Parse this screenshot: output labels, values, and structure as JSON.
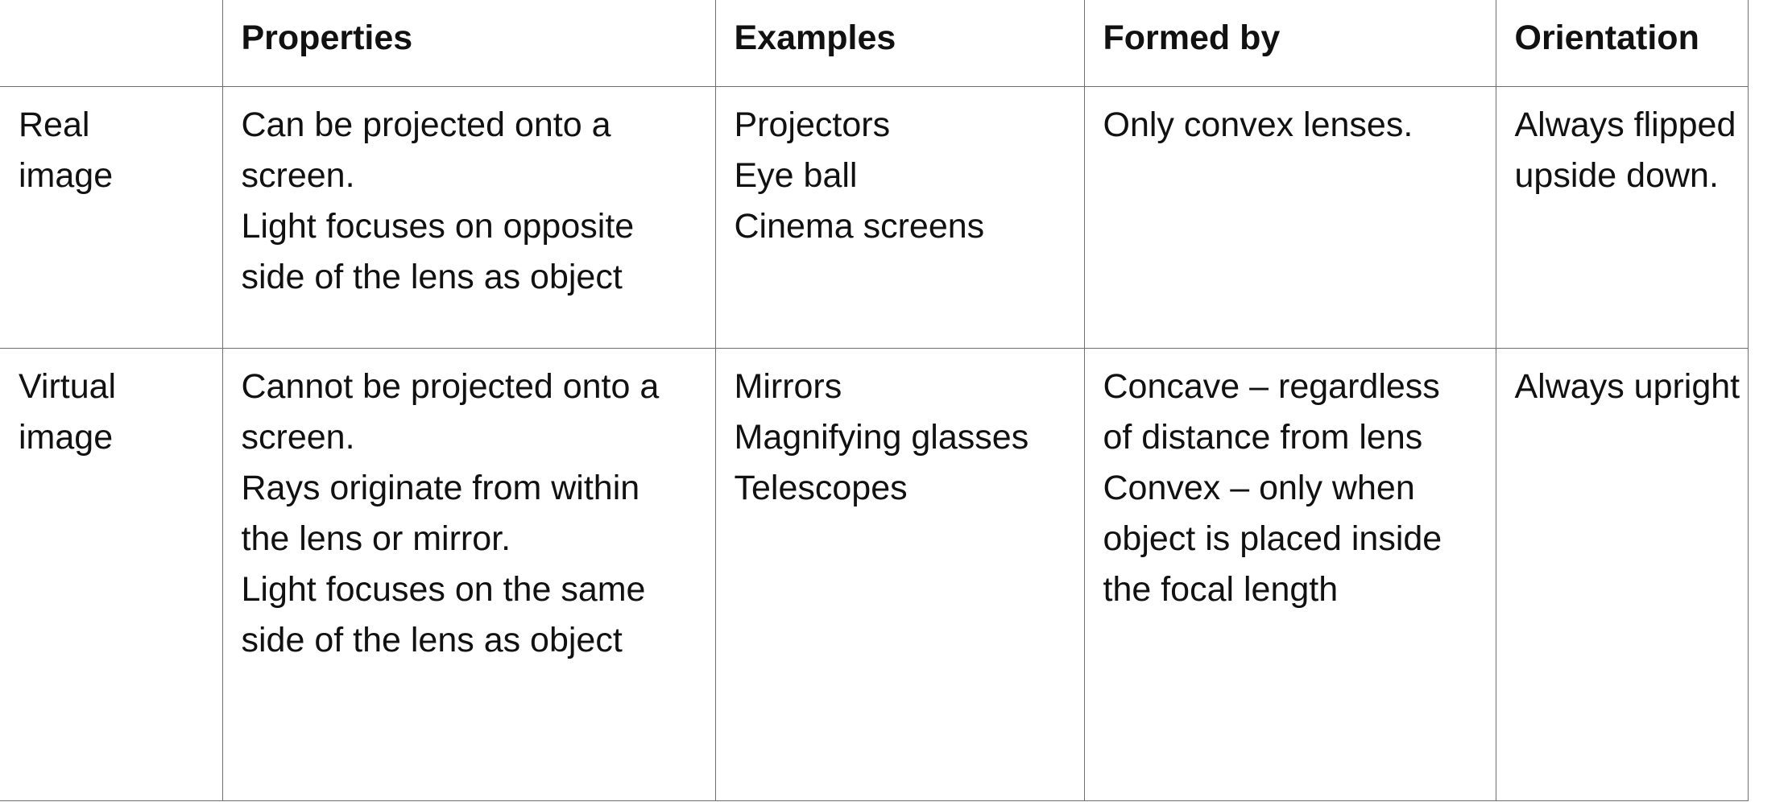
{
  "table": {
    "headers": [
      "",
      "Properties",
      "Examples",
      "Formed by",
      "Orientation"
    ],
    "rows": [
      {
        "label": [
          "Real",
          "image"
        ],
        "properties": [
          "Can be projected onto a",
          "screen.",
          "Light focuses on opposite",
          "side of the lens as object"
        ],
        "examples": [
          "Projectors",
          "Eye ball",
          "Cinema screens"
        ],
        "formed_by": [
          "Only convex lenses."
        ],
        "orientation": [
          "Always flipped",
          "upside down."
        ]
      },
      {
        "label": [
          "Virtual",
          "image"
        ],
        "properties": [
          "Cannot be projected onto a",
          "screen.",
          "Rays originate from within",
          "the lens or mirror.",
          "Light focuses on the same",
          "side of the lens as object"
        ],
        "examples": [
          "Mirrors",
          "Magnifying glasses",
          "Telescopes"
        ],
        "formed_by": [
          "Concave – regardless",
          "of distance from lens",
          "Convex – only when",
          "object is placed inside",
          "the focal length"
        ],
        "orientation": [
          "Always upright"
        ]
      }
    ]
  }
}
